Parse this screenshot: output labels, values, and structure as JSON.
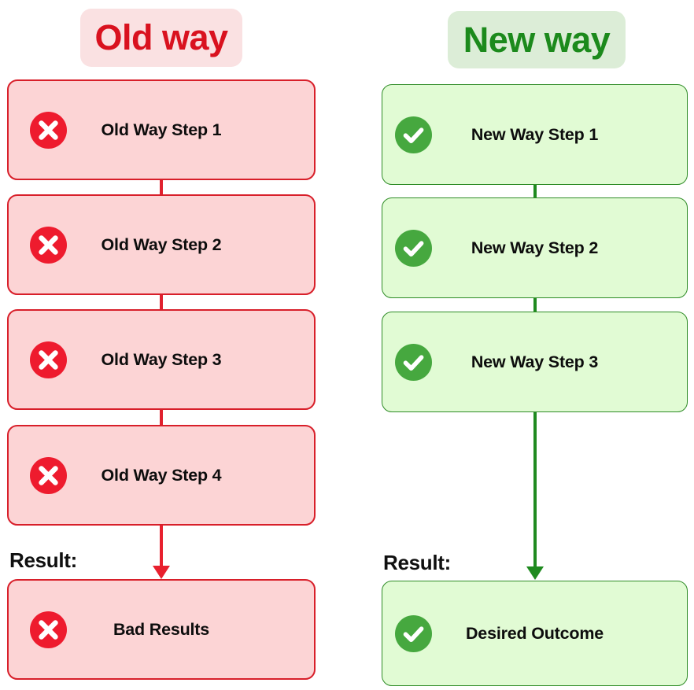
{
  "diagram": {
    "title_old": "Old way",
    "title_new": "New way",
    "result_label_old": "Result:",
    "result_label_new": "Result:",
    "colors": {
      "bad_fill": "#fcd4d5",
      "bad_border": "#d81f2a",
      "bad_icon": "#ee1b2e",
      "bad_header_bg": "#fae1e2",
      "bad_header_text": "#d9121f",
      "good_fill": "#e1fbd4",
      "good_border": "#2f8c27",
      "good_icon": "#46a83f",
      "good_header_bg": "#dcedd7",
      "good_header_text": "#1c8a1c",
      "text": "#0d0d0d",
      "background": "#ffffff"
    },
    "old_way": {
      "icon": "x-circle-icon",
      "steps": [
        {
          "label": "Old Way Step 1"
        },
        {
          "label": "Old Way Step 2"
        },
        {
          "label": "Old Way Step 3"
        },
        {
          "label": "Old Way Step 4"
        }
      ],
      "result": {
        "label": "Bad Results"
      }
    },
    "new_way": {
      "icon": "check-circle-icon",
      "steps": [
        {
          "label": "New Way Step 1"
        },
        {
          "label": "New Way Step 2"
        },
        {
          "label": "New Way Step 3"
        }
      ],
      "result": {
        "label": "Desired Outcome"
      }
    }
  }
}
